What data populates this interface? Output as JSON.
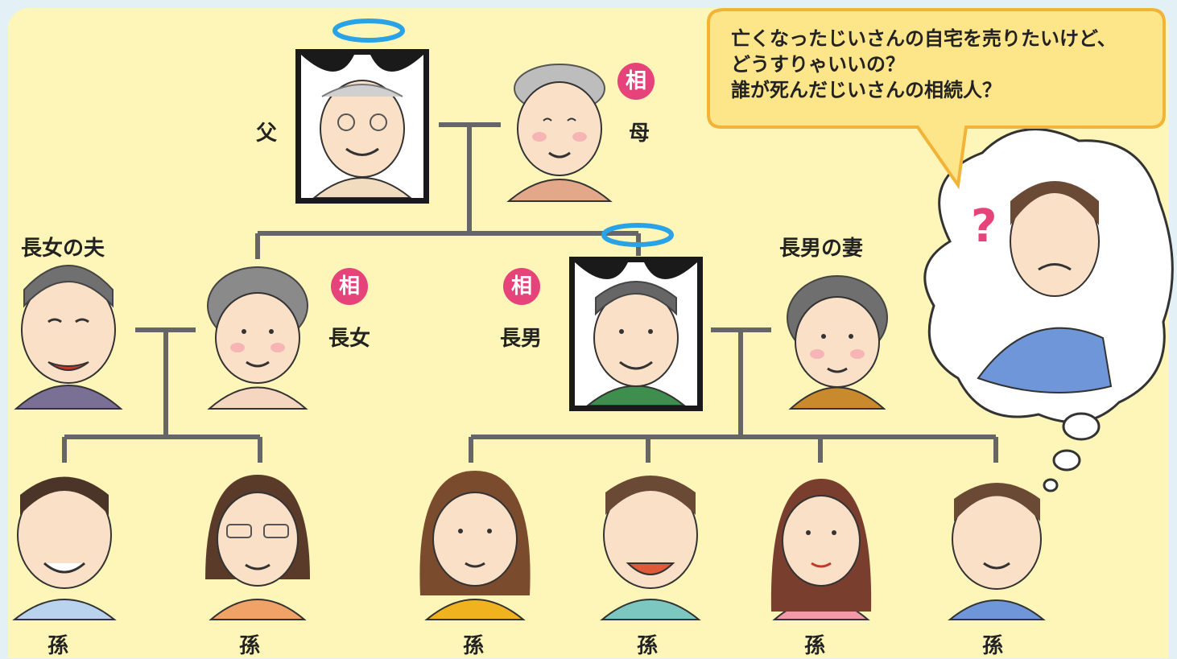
{
  "speech": {
    "lines": [
      "亡くなったじいさんの自宅を売りたいけど、",
      "どうすりゃいいの？",
      "誰が死んだじいさんの相続人？"
    ]
  },
  "labels": {
    "father": "父",
    "mother": "母",
    "eldest_daughter": "長女",
    "eldest_daughter_husband": "長女の夫",
    "eldest_son": "長男",
    "eldest_son_wife": "長男の妻",
    "grandchild": "孫"
  },
  "heir_badge": "相",
  "question_mark": "?",
  "colors": {
    "background": "#fdf6b8",
    "line": "#666666",
    "heir_badge": "#e5437a",
    "halo": "#2aa3e6",
    "speech_bubble": "#fde58a",
    "speech_border": "#f2b336"
  }
}
